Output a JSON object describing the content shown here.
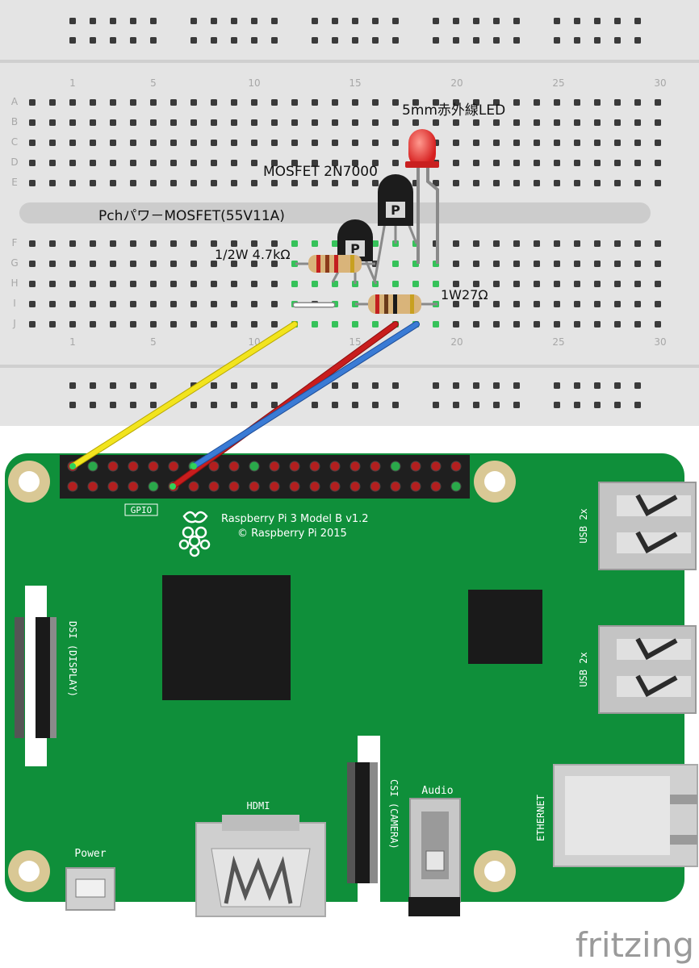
{
  "breadboard": {
    "column_numbers_top": [
      "1",
      "5",
      "10",
      "15",
      "20",
      "25",
      "30"
    ],
    "column_numbers_bottom": [
      "1",
      "5",
      "10",
      "15",
      "20",
      "25",
      "30"
    ],
    "row_letters_top": [
      "A",
      "B",
      "C",
      "D",
      "E"
    ],
    "row_letters_bottom": [
      "F",
      "G",
      "H",
      "I",
      "J"
    ]
  },
  "components": {
    "led_label": "5mm赤外線LED",
    "mosfet_n_label": "MOSFET 2N7000",
    "mosfet_p_label": "Pchパワ－MOSFET(55V11A)",
    "resistor_small_label": "1/2W 4.7kΩ",
    "resistor_power_label": "1W27Ω"
  },
  "board": {
    "gpio_label": "GPIO",
    "model_line": "Raspberry Pi 3 Model B v1.2",
    "copyright_line": "© Raspberry Pi 2015",
    "usb_label_1": "USB 2x",
    "usb_label_2": "USB 2x",
    "dsi_label": "DSI (DISPLAY)",
    "csi_label": "CSI (CAMERA)",
    "hdmi_label": "HDMI",
    "audio_label": "Audio",
    "ethernet_label": "ETHERNET",
    "power_label": "Power"
  },
  "footer": {
    "brand": "fritzing"
  },
  "colors": {
    "board_green": "#0f8f3a",
    "breadboard_bg": "#e6e6e6",
    "wire_yellow": "#f2e41e",
    "wire_red": "#c81d1d",
    "wire_blue": "#3a7bd5",
    "led_red": "#e8332b"
  }
}
